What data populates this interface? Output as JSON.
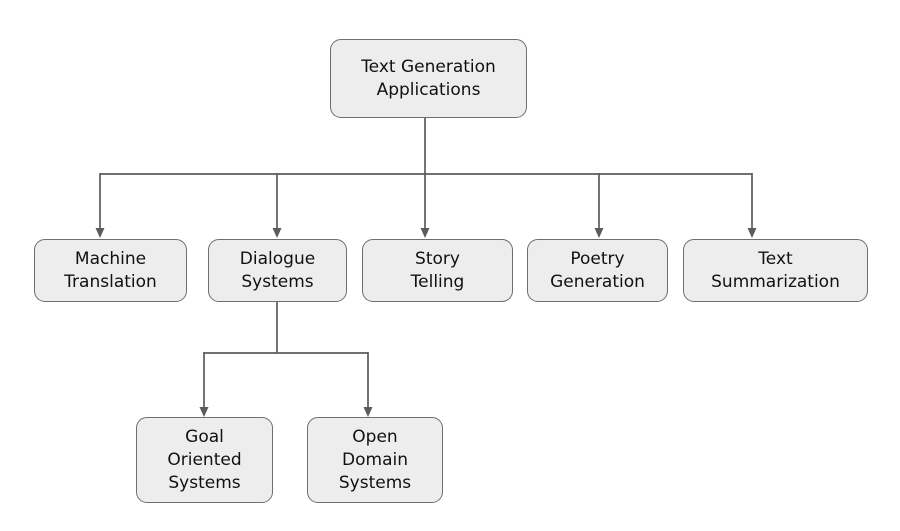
{
  "diagram": {
    "type": "tree-flowchart",
    "colors": {
      "background": "#ffffff",
      "node_fill": "#ededed",
      "node_border": "#6e6e6e",
      "connector_line": "#5c5c5c",
      "text": "#111111"
    },
    "nodes": {
      "root": {
        "label": "Text Generation\nApplications"
      },
      "machine_translation": {
        "label": "Machine\nTranslation"
      },
      "dialogue_systems": {
        "label": "Dialogue\nSystems"
      },
      "story_telling": {
        "label": "Story\nTelling"
      },
      "poetry_generation": {
        "label": "Poetry\nGeneration"
      },
      "text_summarization": {
        "label": "Text\nSummarization"
      },
      "goal_oriented_systems": {
        "label": "Goal\nOriented\nSystems"
      },
      "open_domain_systems": {
        "label": "Open\nDomain\nSystems"
      }
    },
    "edges": [
      {
        "from": "Text Generation Applications",
        "to": "Machine Translation"
      },
      {
        "from": "Text Generation Applications",
        "to": "Dialogue Systems"
      },
      {
        "from": "Text Generation Applications",
        "to": "Story Telling"
      },
      {
        "from": "Text Generation Applications",
        "to": "Poetry Generation"
      },
      {
        "from": "Text Generation Applications",
        "to": "Text Summarization"
      },
      {
        "from": "Dialogue Systems",
        "to": "Goal Oriented Systems"
      },
      {
        "from": "Dialogue Systems",
        "to": "Open Domain Systems"
      }
    ]
  }
}
